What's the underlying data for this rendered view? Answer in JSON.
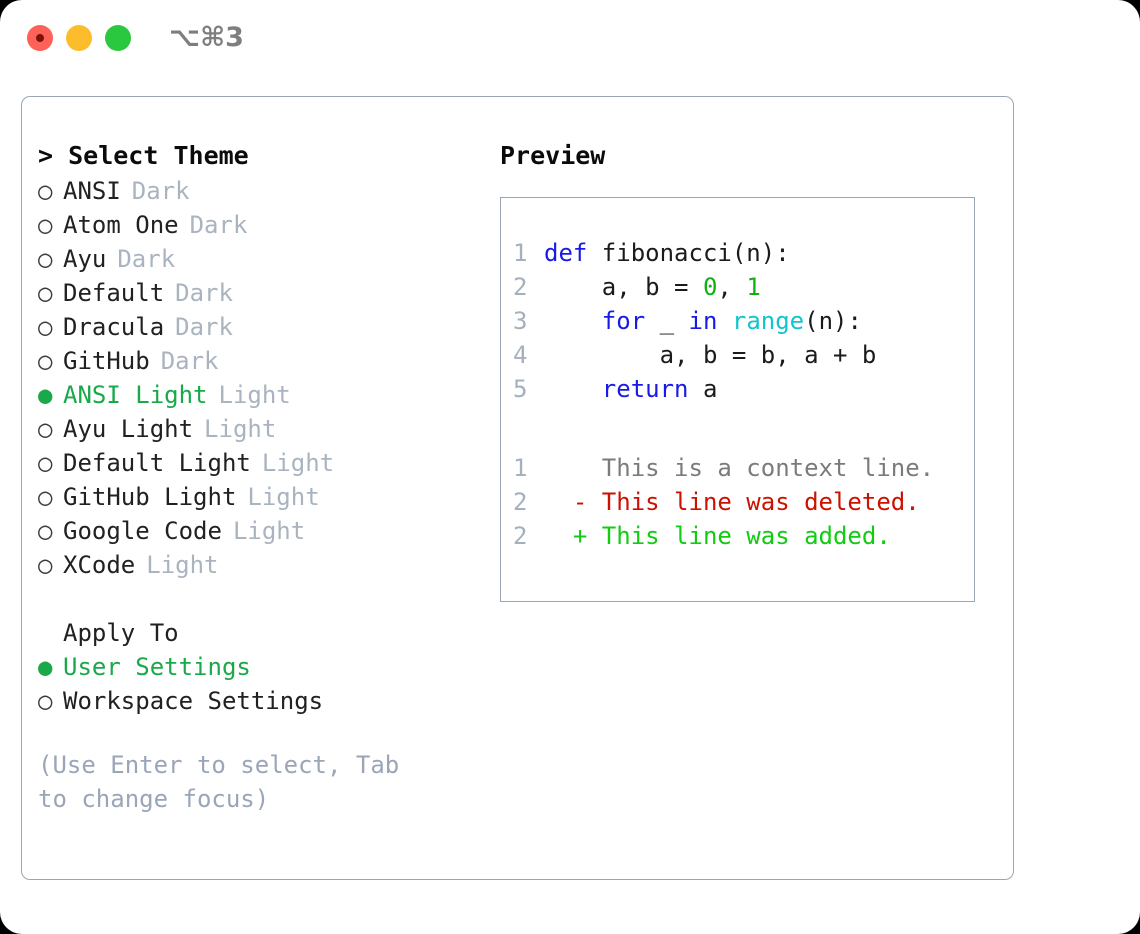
{
  "titlebar": {
    "shortcut": "⌥⌘3",
    "buttons": [
      {
        "name": "close",
        "color": "#FD6157"
      },
      {
        "name": "minimize",
        "color": "#FCBD2D"
      },
      {
        "name": "maximize",
        "color": "#29C83F"
      }
    ]
  },
  "theme_picker": {
    "header": "> Select Theme",
    "bullet_selected": "●",
    "bullet_unselected": "○",
    "items": [
      {
        "label": "ANSI",
        "tag": "Dark",
        "selected": false
      },
      {
        "label": "Atom One",
        "tag": "Dark",
        "selected": false
      },
      {
        "label": "Ayu",
        "tag": "Dark",
        "selected": false
      },
      {
        "label": "Default",
        "tag": "Dark",
        "selected": false
      },
      {
        "label": "Dracula",
        "tag": "Dark",
        "selected": false
      },
      {
        "label": "GitHub",
        "tag": "Dark",
        "selected": false
      },
      {
        "label": "ANSI Light",
        "tag": "Light",
        "selected": true
      },
      {
        "label": "Ayu Light",
        "tag": "Light",
        "selected": false
      },
      {
        "label": "Default Light",
        "tag": "Light",
        "selected": false
      },
      {
        "label": "GitHub Light",
        "tag": "Light",
        "selected": false
      },
      {
        "label": "Google Code",
        "tag": "Light",
        "selected": false
      },
      {
        "label": "XCode",
        "tag": "Light",
        "selected": false
      }
    ]
  },
  "apply_to": {
    "label": "Apply To",
    "items": [
      {
        "label": "User Settings",
        "selected": true
      },
      {
        "label": "Workspace Settings",
        "selected": false
      }
    ]
  },
  "hint": "(Use Enter to select, Tab to change focus)",
  "preview": {
    "title": "Preview",
    "code": [
      {
        "no": "1",
        "indent": "",
        "tokens": [
          {
            "t": "def",
            "c": "kw"
          },
          {
            "t": " fibonacci(n):",
            "c": "id"
          }
        ]
      },
      {
        "no": "2",
        "indent": "    ",
        "tokens": [
          {
            "t": "a, b = ",
            "c": "id"
          },
          {
            "t": "0",
            "c": "num"
          },
          {
            "t": ", ",
            "c": "id"
          },
          {
            "t": "1",
            "c": "num"
          }
        ]
      },
      {
        "no": "3",
        "indent": "    ",
        "tokens": [
          {
            "t": "for",
            "c": "kw"
          },
          {
            "t": " _ ",
            "c": "id"
          },
          {
            "t": "in",
            "c": "kw"
          },
          {
            "t": " ",
            "c": "id"
          },
          {
            "t": "range",
            "c": "fn"
          },
          {
            "t": "(n):",
            "c": "id"
          }
        ]
      },
      {
        "no": "4",
        "indent": "        ",
        "tokens": [
          {
            "t": "a, b = b, a + b",
            "c": "id"
          }
        ]
      },
      {
        "no": "5",
        "indent": "    ",
        "tokens": [
          {
            "t": "return",
            "c": "kw"
          },
          {
            "t": " a",
            "c": "id"
          }
        ]
      }
    ],
    "diff": [
      {
        "no": "1",
        "marker": " ",
        "text": "This is a context line.",
        "kind": "ctx"
      },
      {
        "no": "2",
        "marker": "-",
        "text": "This line was deleted.",
        "kind": "del"
      },
      {
        "no": "2",
        "marker": "+",
        "text": "This line was added.",
        "kind": "add"
      }
    ]
  },
  "colors": {
    "accent_green": "#1aa94a",
    "border": "#9aa6b4",
    "muted": "#aab4c0",
    "hint": "#9aa6b8",
    "keyword": "#1a1ae6",
    "number": "#11b015",
    "function": "#12c4cf",
    "diff_delete": "#cc1100",
    "diff_add": "#11cc11",
    "diff_context": "#7b7b7b"
  }
}
